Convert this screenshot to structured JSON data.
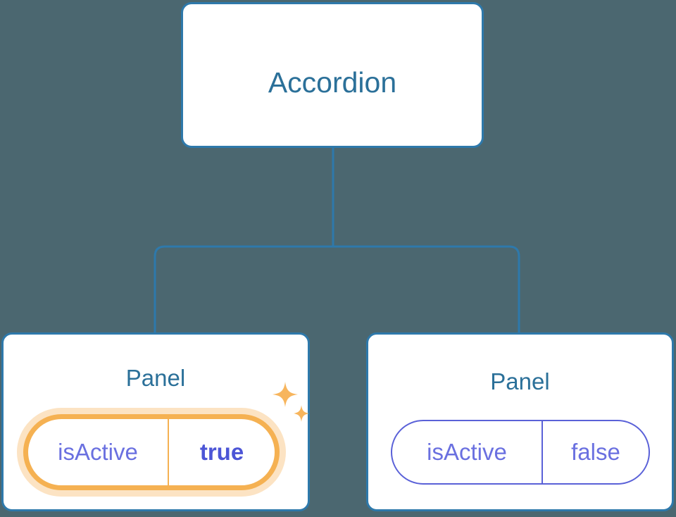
{
  "diagram": {
    "type": "component-tree",
    "background_color": "#4b6770",
    "connector_color": "#2e79ab",
    "card_border_color": "#2e79ab",
    "title_color": "#2b7099",
    "prop_color": "#6a70e0",
    "highlight_color": "#f5b152",
    "highlight_value_color": "#4c55d6",
    "nodes": [
      {
        "id": "root",
        "title": "Accordion",
        "props": []
      },
      {
        "id": "panel-left",
        "title": "Panel",
        "highlighted": true,
        "props": [
          {
            "key": "isActive",
            "value": "true"
          }
        ]
      },
      {
        "id": "panel-right",
        "title": "Panel",
        "highlighted": false,
        "props": [
          {
            "key": "isActive",
            "value": "false"
          }
        ]
      }
    ],
    "edges": [
      {
        "from": "root",
        "to": "panel-left"
      },
      {
        "from": "root",
        "to": "panel-right"
      }
    ],
    "decorations": [
      {
        "name": "sparkle-large",
        "color": "#f7b55d"
      },
      {
        "name": "sparkle-small",
        "color": "#f7b55d"
      }
    ]
  }
}
